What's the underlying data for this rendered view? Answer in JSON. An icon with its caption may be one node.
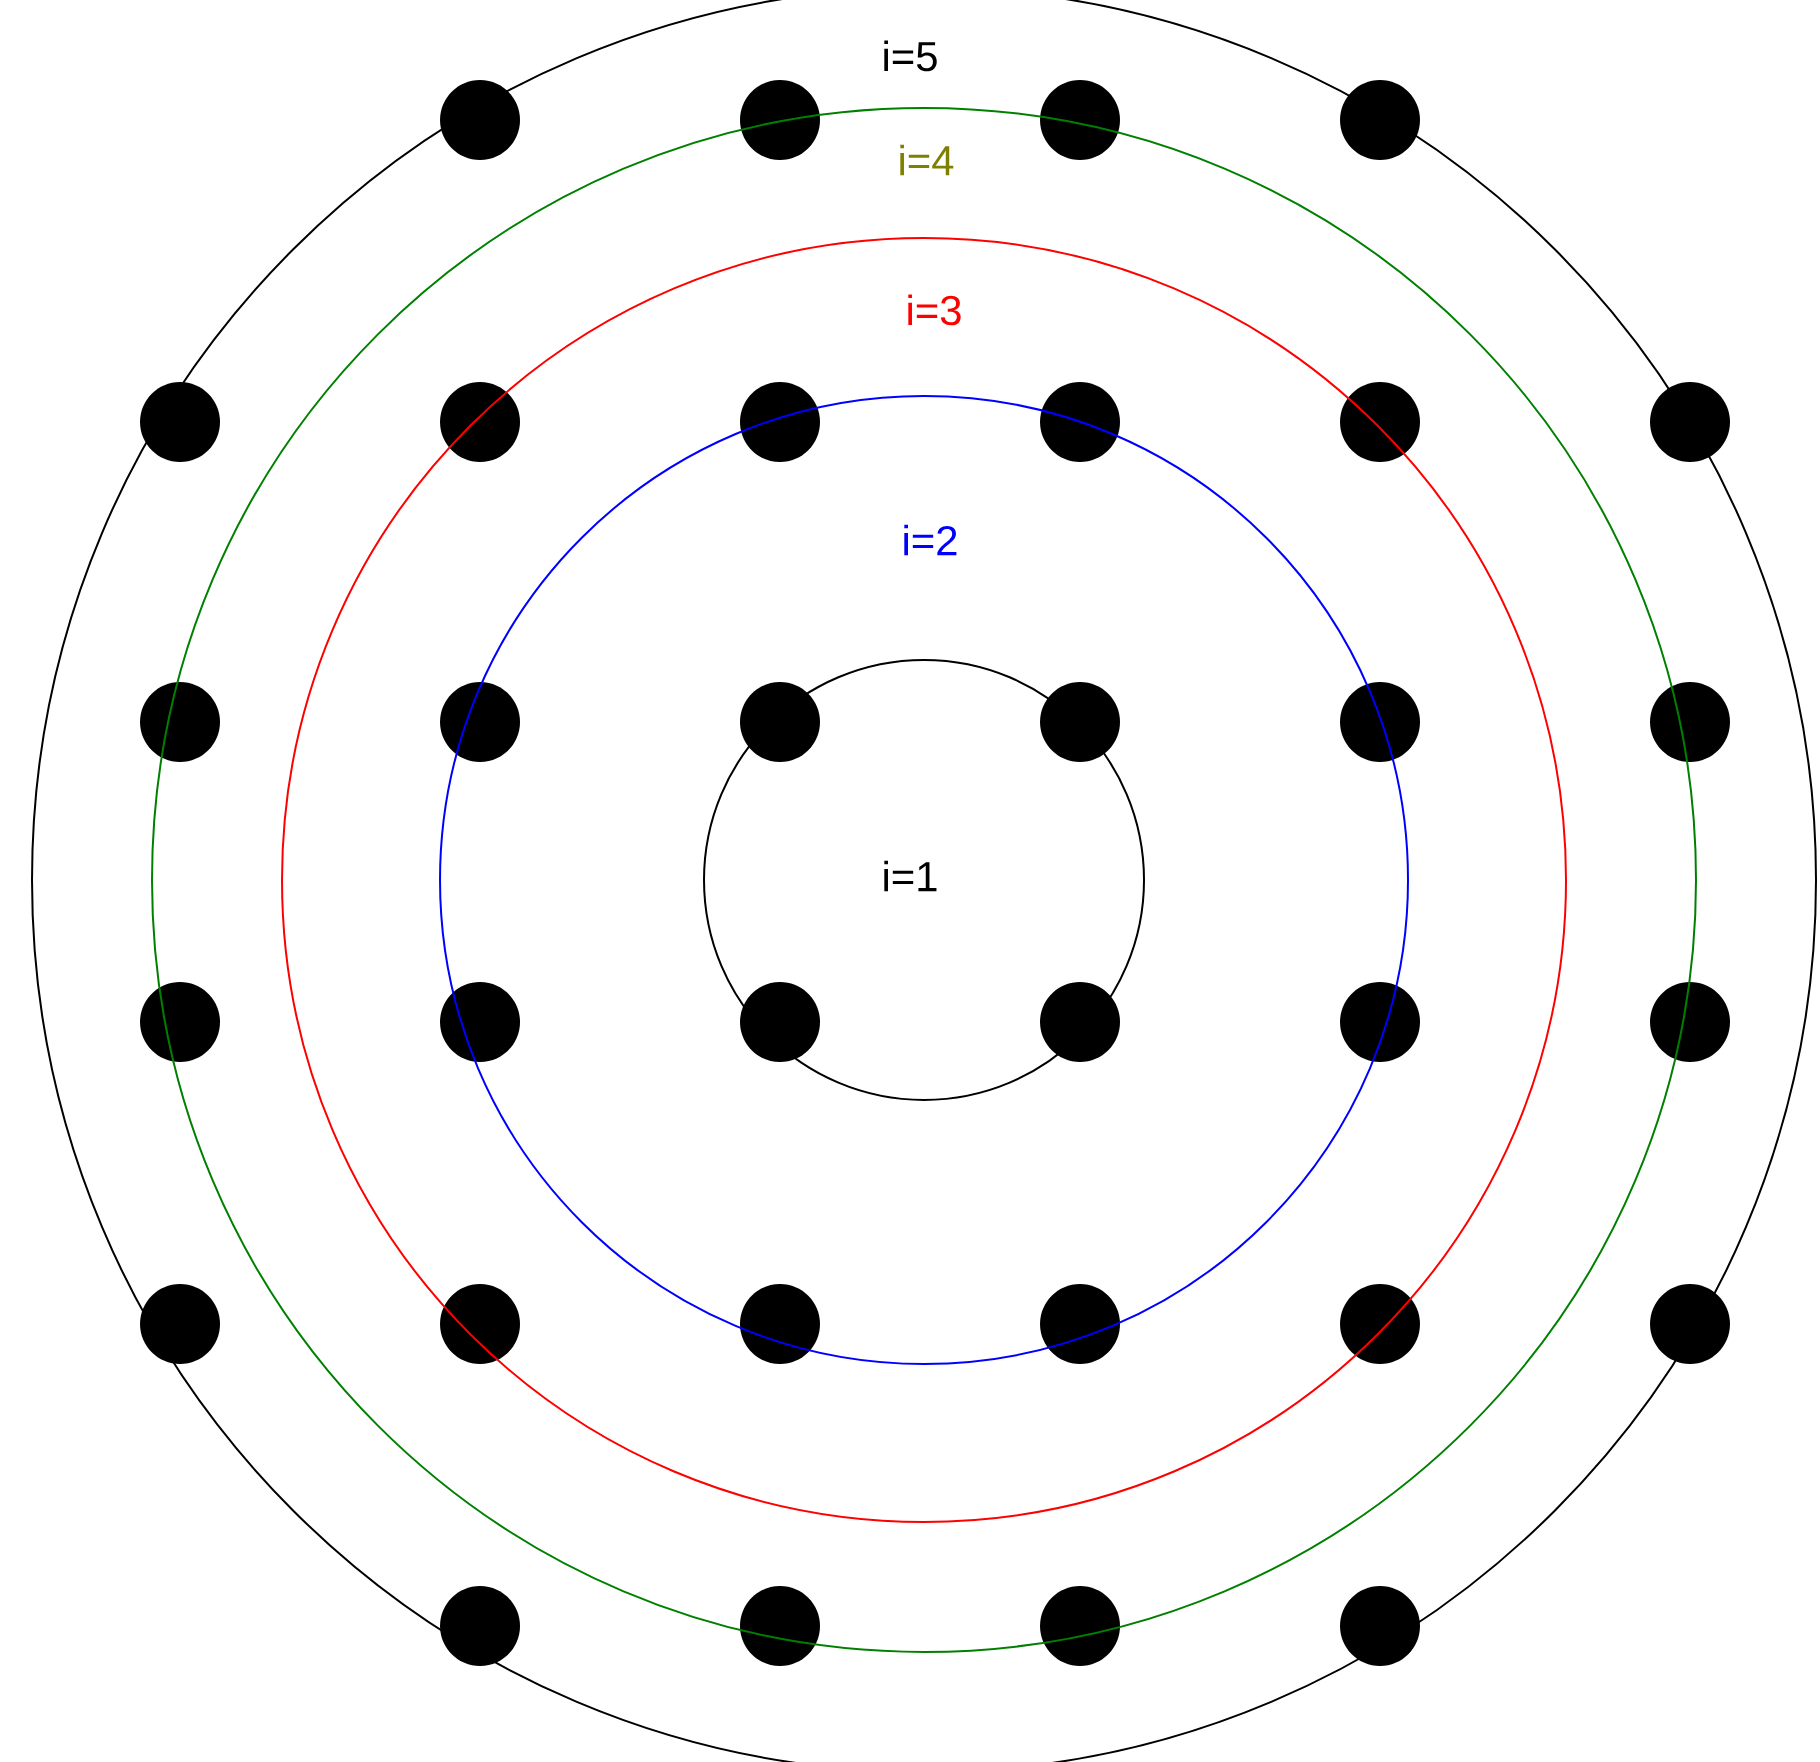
{
  "diagram": {
    "nodes": [
      {
        "text": [
          "i=5"
        ]
      },
      {
        "text": [
          "i=4"
        ],
        "in": 0
      },
      {
        "text": [
          "i=3"
        ],
        "in": 1
      },
      {
        "text": [
          "i=2"
        ],
        "in": 2
      },
      {
        "text": [
          "i=1"
        ],
        "in": 3
      }
    ]
  }
}
